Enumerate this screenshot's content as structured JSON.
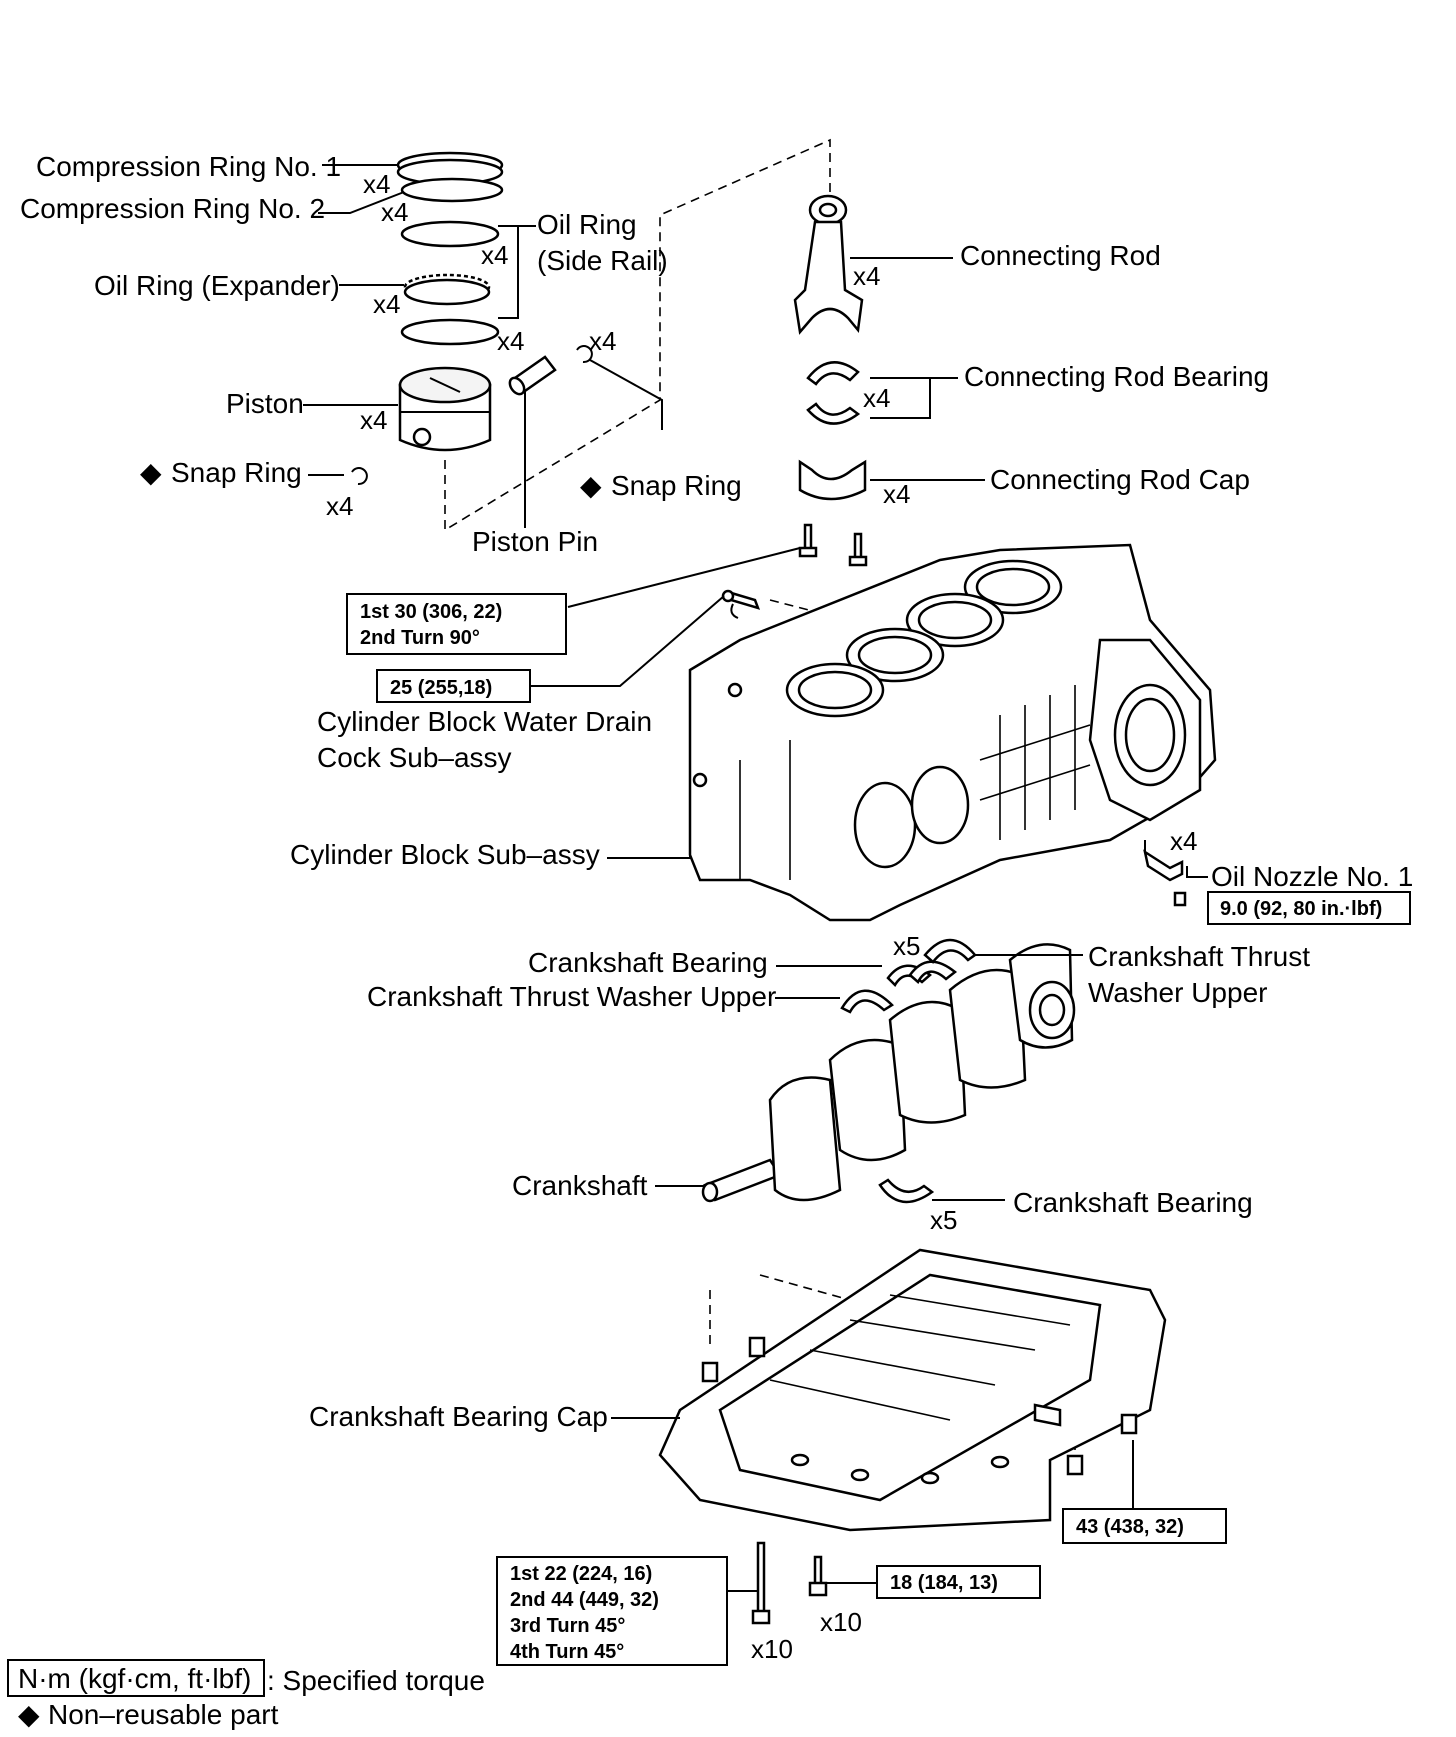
{
  "labels": {
    "compression_ring_1": "Compression Ring No. 1",
    "compression_ring_2": "Compression Ring No. 2",
    "oil_ring_side_rail_1": "Oil Ring",
    "oil_ring_side_rail_2": "(Side Rail)",
    "oil_ring_expander": "Oil Ring (Expander)",
    "piston": "Piston",
    "snap_ring_left": "Snap Ring",
    "snap_ring_right": "Snap Ring",
    "piston_pin": "Piston Pin",
    "connecting_rod": "Connecting Rod",
    "connecting_rod_bearing": "Connecting Rod Bearing",
    "connecting_rod_cap": "Connecting Rod Cap",
    "drain_cock_1": "Cylinder Block Water Drain",
    "drain_cock_2": "Cock Sub–assy",
    "cylinder_block": "Cylinder Block Sub–assy",
    "oil_nozzle": "Oil Nozzle No. 1",
    "crankshaft_bearing_upper": "Crankshaft Bearing",
    "thrust_washer_upper_left": "Crankshaft Thrust Washer Upper",
    "thrust_washer_upper_right_1": "Crankshaft Thrust",
    "thrust_washer_upper_right_2": "Washer Upper",
    "crankshaft": "Crankshaft",
    "crankshaft_bearing_lower": "Crankshaft Bearing",
    "crankshaft_bearing_cap": "Crankshaft Bearing Cap"
  },
  "quantities": {
    "x4": "x4",
    "x5": "x5",
    "x10": "x10"
  },
  "torques": {
    "rod_cap_bolt": [
      "1st 30 (306, 22)",
      "2nd Turn 90°"
    ],
    "drain_cock": "25 (255,18)",
    "oil_nozzle": "9.0 (92, 80 in.·lbf)",
    "bearing_cap_stud": "43 (438, 32)",
    "bearing_cap_main_bolt": [
      "1st 22 (224, 16)",
      "2nd 44 (449, 32)",
      "3rd Turn 45°",
      "4th Turn 45°"
    ],
    "bearing_cap_small_bolt": "18 (184, 13)"
  },
  "legend": {
    "torque_unit": "N·m (kgf·cm, ft·lbf)",
    "torque_desc": ": Specified torque",
    "non_reusable_symbol": "◆",
    "non_reusable_desc": "Non–reusable part"
  }
}
